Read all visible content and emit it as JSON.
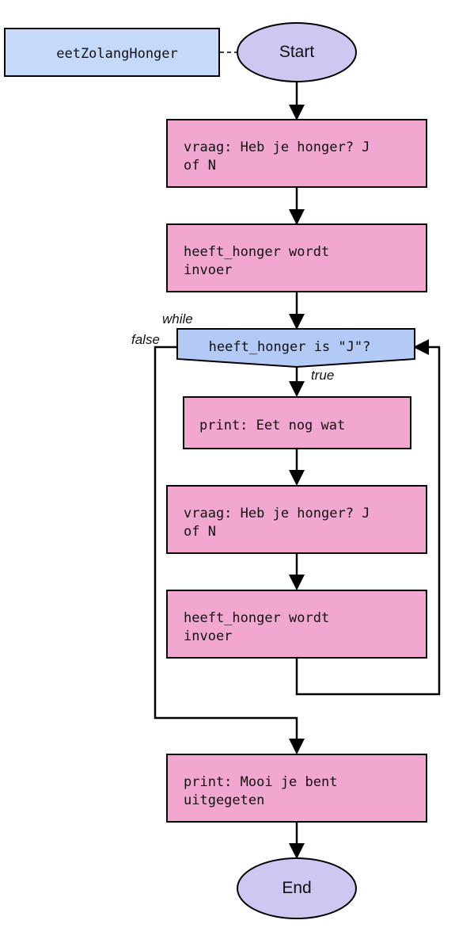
{
  "function_name": "eetZolangHonger",
  "start_label": "Start",
  "end_label": "End",
  "steps": {
    "ask1": {
      "line1": "vraag: Heb je honger? J",
      "line2": "of N"
    },
    "assign1": {
      "line1": "heeft_honger wordt",
      "line2": "invoer"
    },
    "loop_keyword": "while",
    "loop_condition": "heeft_honger is \"J\"?",
    "true_label": "true",
    "false_label": "false",
    "print_eat": "print: Eet nog wat",
    "ask2": {
      "line1": "vraag: Heb je honger? J",
      "line2": "of N"
    },
    "assign2": {
      "line1": "heeft_honger wordt",
      "line2": "invoer"
    },
    "print_done": {
      "line1": "print: Mooi je bent",
      "line2": "uitgegeten"
    }
  },
  "colors": {
    "function_box": "#c5d9fb",
    "terminal": "#cfc6f2",
    "process": "#f2a7d0",
    "decision": "#b3c9f6",
    "line": "#000000"
  }
}
